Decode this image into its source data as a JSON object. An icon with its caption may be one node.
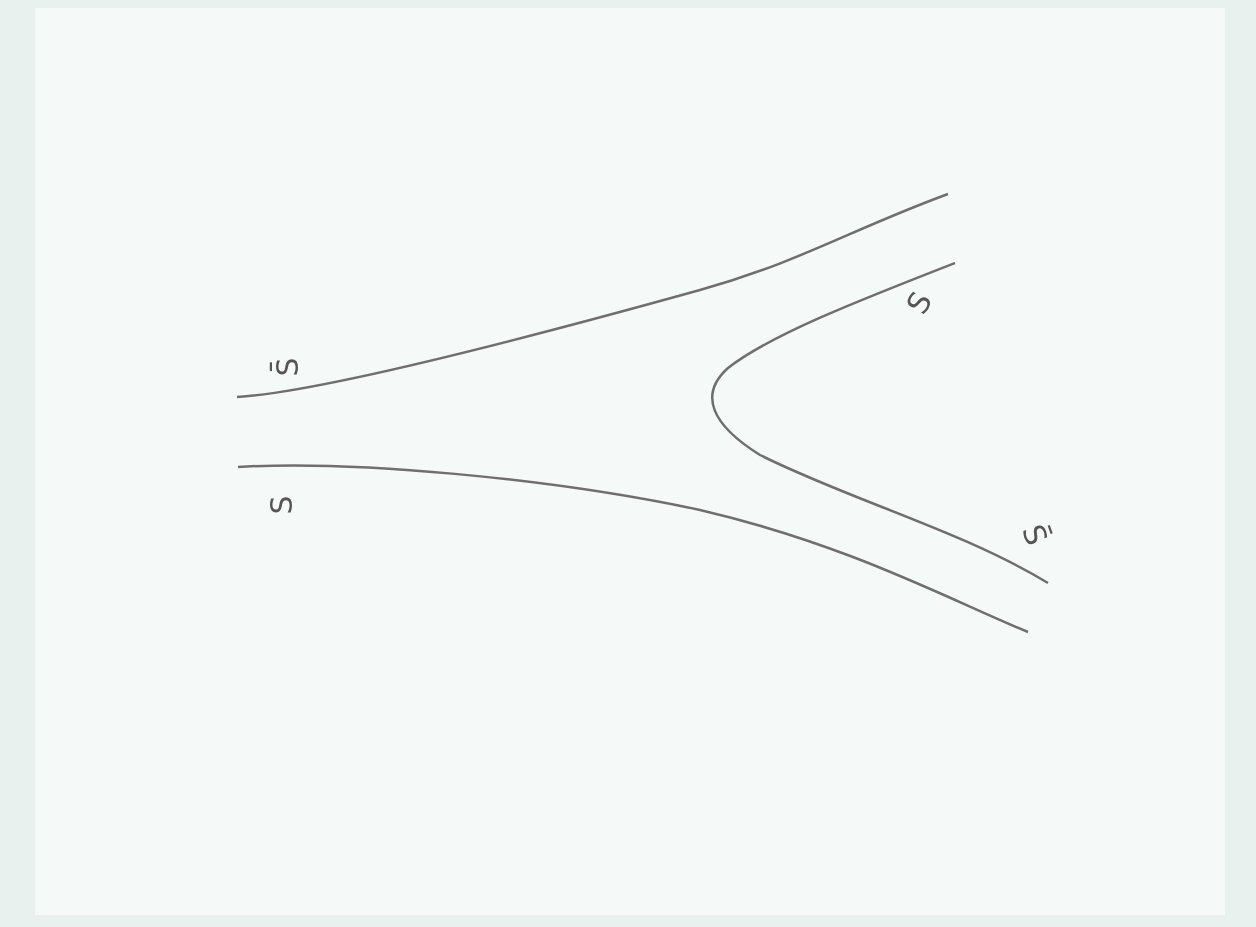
{
  "diagram": {
    "labels": [
      "S",
      "S̄",
      "S",
      "S̄"
    ]
  }
}
